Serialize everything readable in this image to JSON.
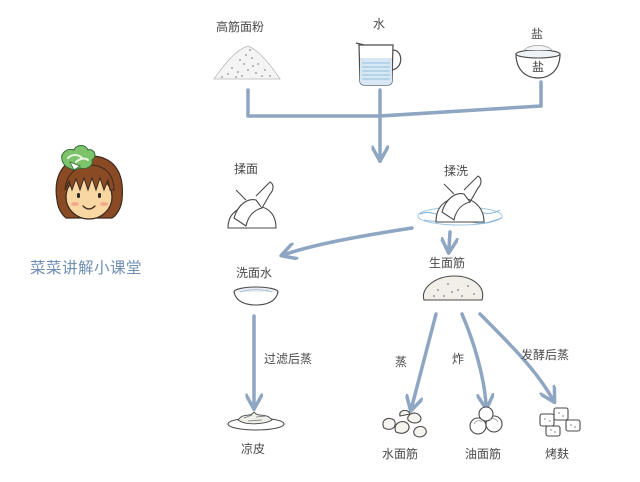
{
  "brand": {
    "text": "菜菜讲解小课堂"
  },
  "ingredients": {
    "flour": "高筋面粉",
    "water": "水",
    "salt": "盐",
    "salt_icon_label": "盐"
  },
  "steps": {
    "knead": "揉面",
    "wash": "揉洗",
    "wash_water": "洗面水",
    "raw_gluten": "生面筋",
    "filter_steam": "过滤后蒸",
    "steam": "蒸",
    "fry": "炸",
    "ferment_steam": "发酵后蒸"
  },
  "products": {
    "liangpi": "凉皮",
    "water_gluten": "水面筋",
    "oil_gluten": "油面筋",
    "kaofu": "烤麸"
  },
  "colors": {
    "arrow": "#8fa6c3",
    "line": "#6e7a86",
    "brand": "#6f8fb5",
    "hair": "#8a4a24",
    "face": "#f8d7a2",
    "leaf": "#58a85a"
  }
}
